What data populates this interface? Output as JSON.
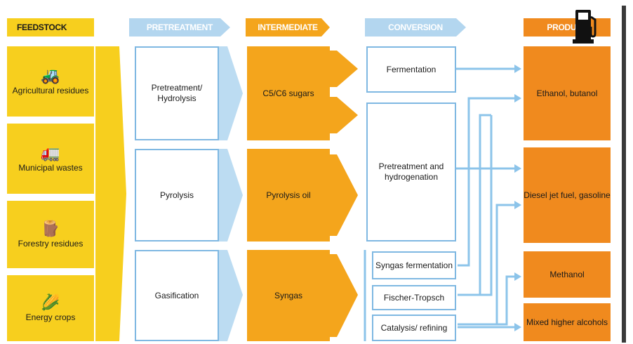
{
  "headers": {
    "feedstock": "FEEDSTOCK",
    "pretreatment": "PRETREATMENT",
    "intermediate": "INTERMEDIATE",
    "conversion": "CONVERSION",
    "product": "PRODUCT"
  },
  "feedstocks": [
    {
      "label": "Agricultural residues",
      "icon": "tractor-icon"
    },
    {
      "label": "Municipal wastes",
      "icon": "garbage-truck-icon"
    },
    {
      "label": "Forestry residues",
      "icon": "tree-stump-icon"
    },
    {
      "label": "Energy crops",
      "icon": "corn-icon"
    }
  ],
  "pretreatments": [
    "Pretreatment/ Hydrolysis",
    "Pyrolysis",
    "Gasification"
  ],
  "intermediates": [
    "C5/C6 sugars",
    "Pyrolysis oil",
    "Syngas"
  ],
  "conversions": [
    "Fermentation",
    "Pretreatment and hydrogenation",
    "Syngas fermentation",
    "Fischer-Tropsch",
    "Catalysis/ refining"
  ],
  "products": [
    "Ethanol, butanol",
    "Diesel jet fuel, gasoline",
    "Methanol",
    "Mixed higher alcohols"
  ],
  "colors": {
    "feedstock": "#f7cf1e",
    "pretreatment_header": "#b3d6ef",
    "intermediate": "#f4a51c",
    "product": "#f08a1e",
    "connector": "#8cc4ea"
  },
  "top_icon": "fuel-pump-icon"
}
